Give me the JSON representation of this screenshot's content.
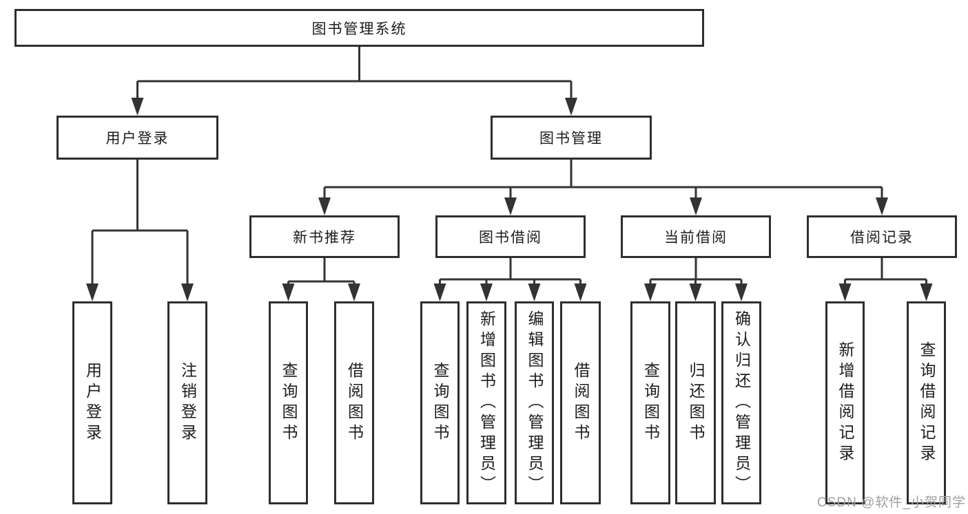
{
  "diagram": {
    "type": "hierarchy-tree",
    "tree": {
      "label": "图书管理系统",
      "children": [
        {
          "label": "用户登录",
          "children": [
            {
              "label": "用户登录"
            },
            {
              "label": "注销登录"
            }
          ]
        },
        {
          "label": "图书管理",
          "children": [
            {
              "label": "新书推荐",
              "children": [
                {
                  "label": "查询图书"
                },
                {
                  "label": "借阅图书"
                }
              ]
            },
            {
              "label": "图书借阅",
              "children": [
                {
                  "label": "查询图书"
                },
                {
                  "label": "新增图书（管理员）"
                },
                {
                  "label": "编辑图书（管理员）"
                },
                {
                  "label": "借阅图书"
                }
              ]
            },
            {
              "label": "当前借阅",
              "children": [
                {
                  "label": "查询图书"
                },
                {
                  "label": "归还图书"
                },
                {
                  "label": "确认归还（管理员）"
                }
              ]
            },
            {
              "label": "借阅记录",
              "children": [
                {
                  "label": "新增借阅记录"
                },
                {
                  "label": "查询借阅记录"
                }
              ]
            }
          ]
        }
      ]
    },
    "colors": {
      "line": "#333333",
      "box_border": "#2e2e2e",
      "text": "#1c1c1c",
      "watermark": "#9f9f9f",
      "background": "#ffffff"
    }
  },
  "watermark": {
    "text": "CSDN @软件_小贺同学"
  }
}
